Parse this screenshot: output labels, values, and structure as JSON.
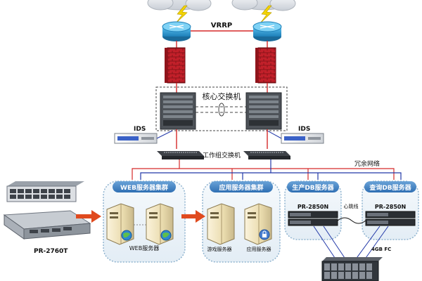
{
  "colors": {
    "router": "#2a9ed8",
    "firewall": "#c2202a",
    "cloud": "#dfe3e8",
    "link_red": "#d52a2a",
    "link_blue": "#2238a8",
    "cluster_border": "#8fb3cf",
    "cluster_header": "#3f7fc0",
    "arrow": "#e04a1e",
    "lightning": "#f3d300"
  },
  "labels": {
    "vrrp": "VRRP",
    "core_switch": "核心交换机",
    "ids_left": "IDS",
    "ids_right": "IDS",
    "work_switch": "工作组交换机",
    "redundant_net": "冗余网络",
    "web_cluster": "WEB服务器集群",
    "web_server": "WEB服务器",
    "app_cluster": "应用服务器集群",
    "game_server": "游戏服务器",
    "app_server": "应用服务器",
    "prod_db": "生产DB服务器",
    "query_db": "查询DB服务器",
    "pr2850n_left": "PR-2850N",
    "pr2850n_right": "PR-2850N",
    "heartbeat": "心跳线",
    "fc": "4GB FC",
    "pr2760t": "PR-2760T"
  },
  "icons": [
    "cloud-icon",
    "router-icon",
    "firewall-icon",
    "core-switch-icon",
    "ids-appliance-icon",
    "workgroup-switch-icon",
    "tower-server-icon",
    "rack-server-icon",
    "storage-array-icon",
    "globe-icon",
    "lock-icon"
  ]
}
